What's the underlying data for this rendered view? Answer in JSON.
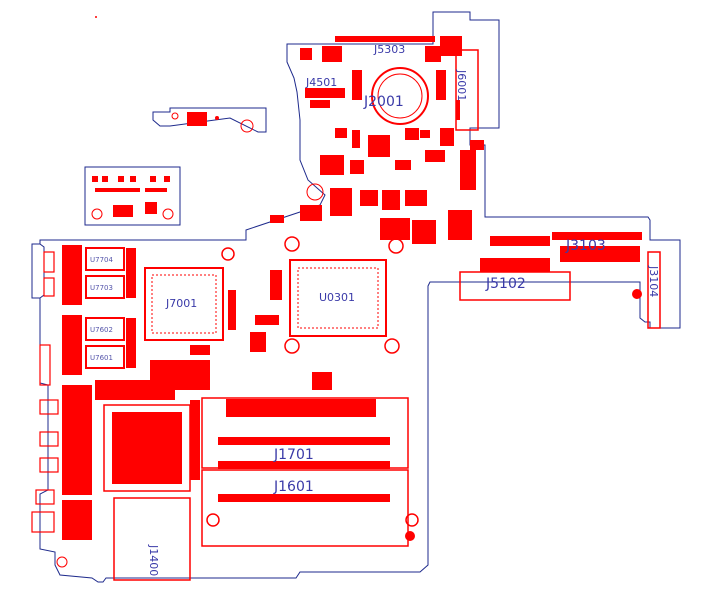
{
  "colors": {
    "outline": "#1e2a8c",
    "copper": "#ff0000",
    "silk": "#3a3aa8",
    "background": "#ffffff"
  },
  "labels": {
    "j5303": "J5303",
    "j4501": "J4501",
    "j2001": "J2001",
    "j6001": "J6001",
    "j3103": "J3103",
    "j5102": "J5102",
    "j7001": "J7001",
    "u0301": "U0301",
    "u7704": "U7704",
    "u7703": "U7703",
    "u7602": "U7602",
    "u7601": "U7601",
    "j1701": "J1701",
    "j1601": "J1601",
    "j1400": "J1400",
    "j3104": "J3104"
  }
}
